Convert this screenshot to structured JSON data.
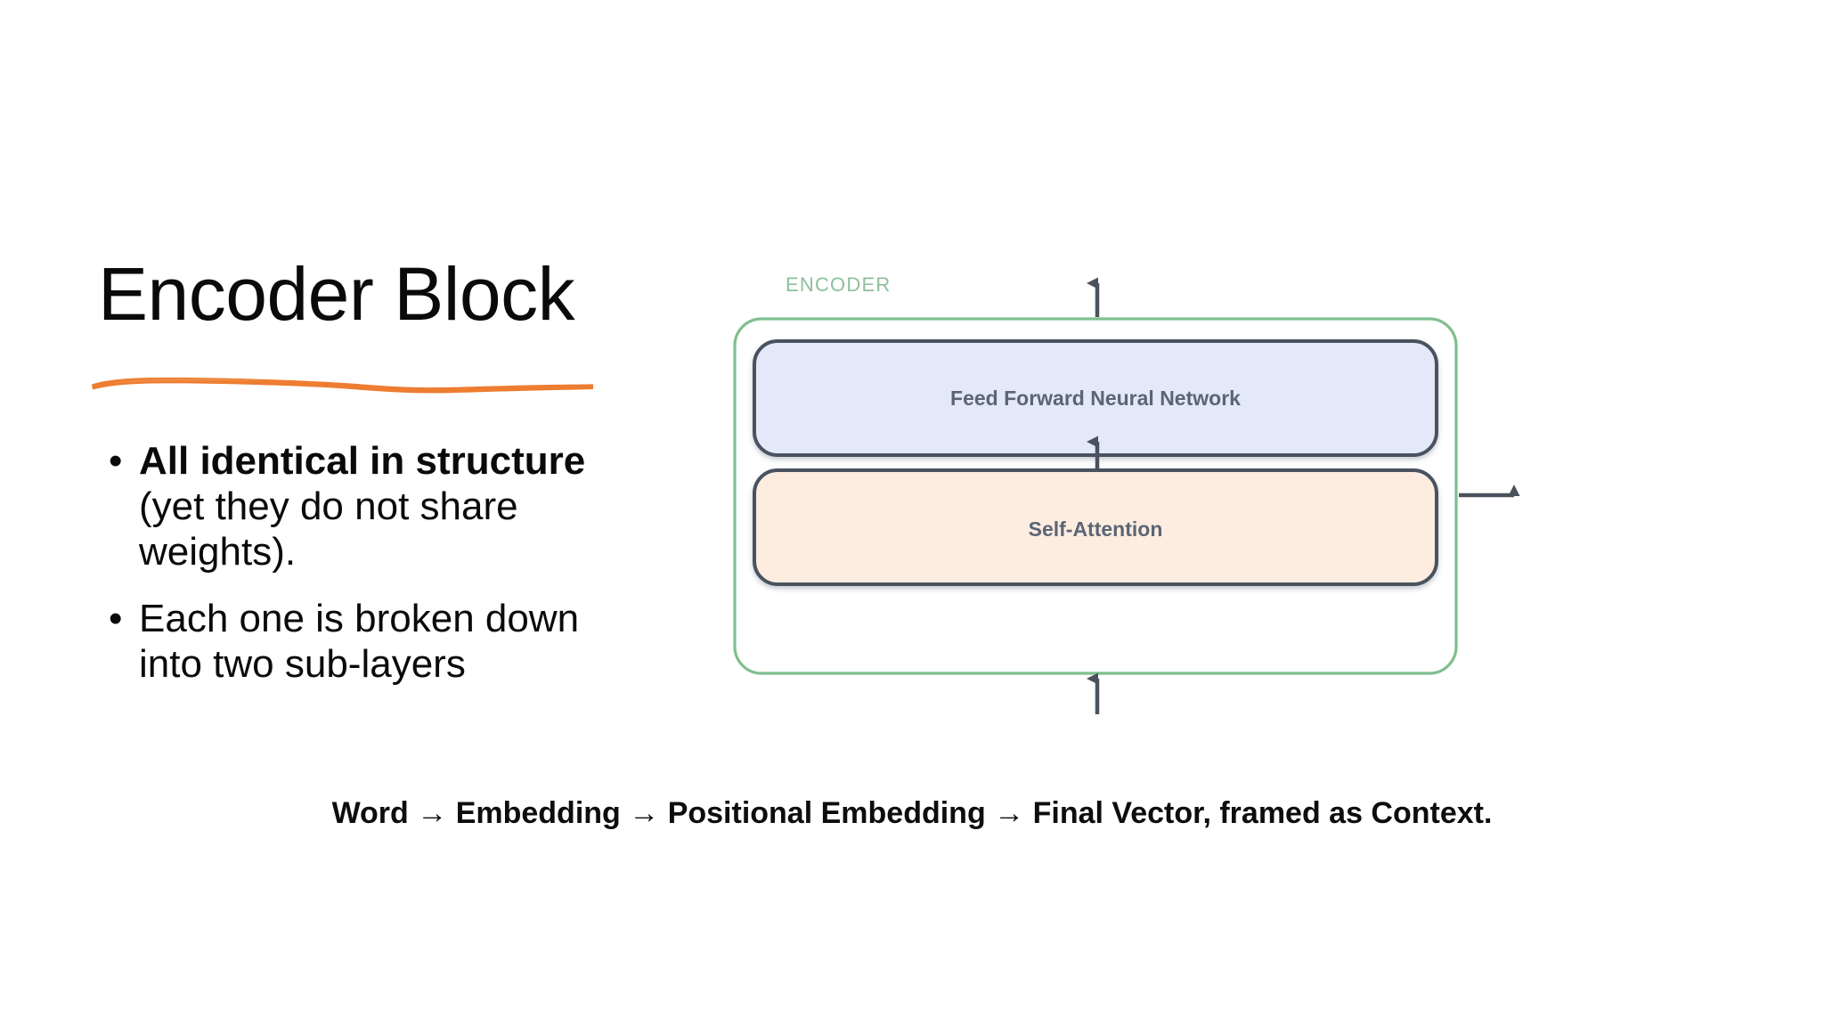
{
  "slide": {
    "title": "Encoder Block",
    "underline_color": "#ED7D31",
    "background": "#FFFFFF",
    "bullets": [
      {
        "marker": "•",
        "strong_text": "All identical in structure",
        "plain_text": " (yet they do not share weights)."
      },
      {
        "marker": "•",
        "strong_text": "",
        "plain_text": "Each one is broken down into two sub-layers"
      }
    ],
    "footer_caption": "Word → Embedding → Positional Embedding → Final Vector, framed as Context."
  },
  "diagram": {
    "container_label": "ENCODER",
    "container_border_color": "#7FBF8F",
    "blocks": [
      {
        "label": "Feed Forward Neural Network",
        "fill": "#E4E9F9",
        "border": "#4A525E",
        "text_color": "#5B6574"
      },
      {
        "label": "Self-Attention",
        "fill": "#FCEDE0",
        "border": "#4A525E",
        "text_color": "#5B6574"
      }
    ],
    "arrows": [
      {
        "name": "input-arrow-bottom",
        "direction": "up"
      },
      {
        "name": "self-attention-to-ffnn-arrow",
        "direction": "up"
      },
      {
        "name": "output-arrow-top",
        "direction": "up"
      },
      {
        "name": "output-arrow-right",
        "direction": "right"
      }
    ],
    "arrow_color": "#4A525E"
  }
}
